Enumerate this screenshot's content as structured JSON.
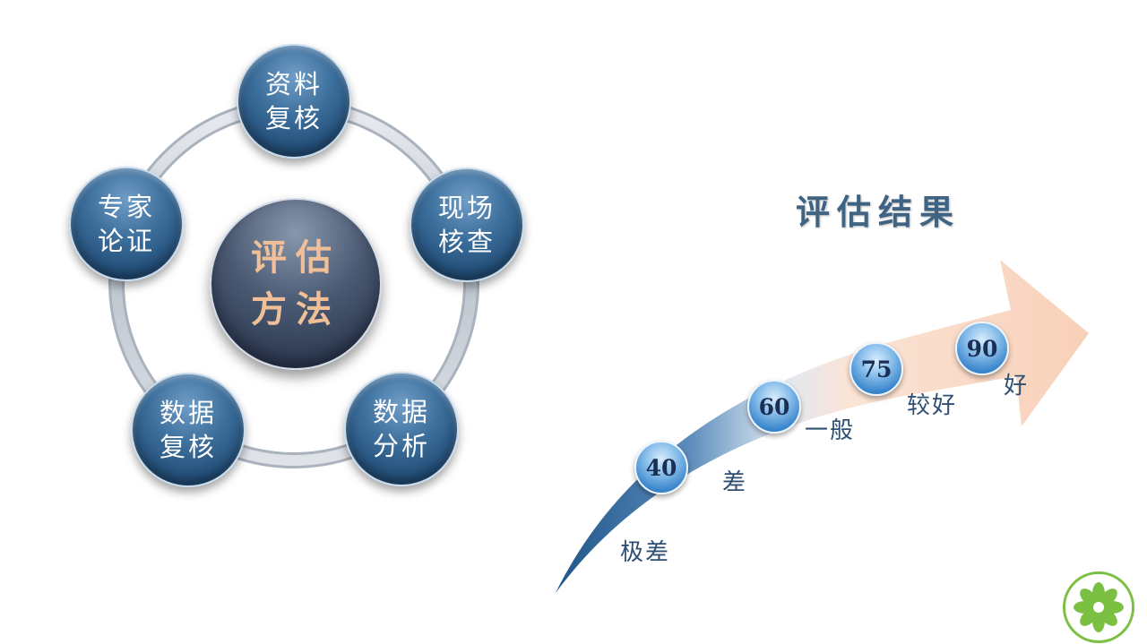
{
  "method_diagram": {
    "center": {
      "line1": "评估",
      "line2": "方法"
    },
    "nodes": [
      {
        "line1": "资料",
        "line2": "复核"
      },
      {
        "line1": "现场",
        "line2": "核查"
      },
      {
        "line1": "数据",
        "line2": "分析"
      },
      {
        "line1": "数据",
        "line2": "复核"
      },
      {
        "line1": "专家",
        "line2": "论证"
      }
    ]
  },
  "results": {
    "title": "评估结果",
    "levels": [
      {
        "score": "40",
        "label": "极差"
      },
      {
        "score": "60",
        "label": "差"
      },
      {
        "score": "75",
        "label": "一般"
      },
      {
        "score": "90",
        "label": "较好"
      }
    ],
    "top_label": "好"
  },
  "logo": {
    "icon": "green-pinwheel-logo",
    "color": "#7bc043"
  }
}
